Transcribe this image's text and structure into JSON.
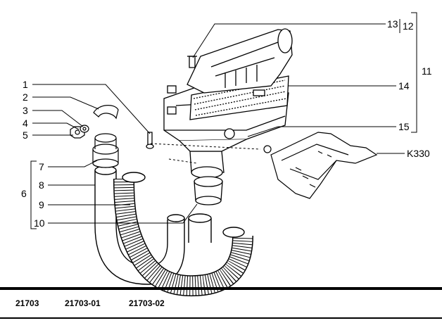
{
  "callouts": {
    "c1": "1",
    "c2": "2",
    "c3": "3",
    "c4": "4",
    "c5": "5",
    "c6": "6",
    "c7": "7",
    "c8": "8",
    "c9": "9",
    "c10": "10",
    "c11": "11",
    "c12": "12",
    "c13": "13",
    "c14": "14",
    "c15": "15",
    "k330": "K330"
  },
  "footer": {
    "codes": [
      "21703",
      "21703-01",
      "21703-02"
    ]
  }
}
